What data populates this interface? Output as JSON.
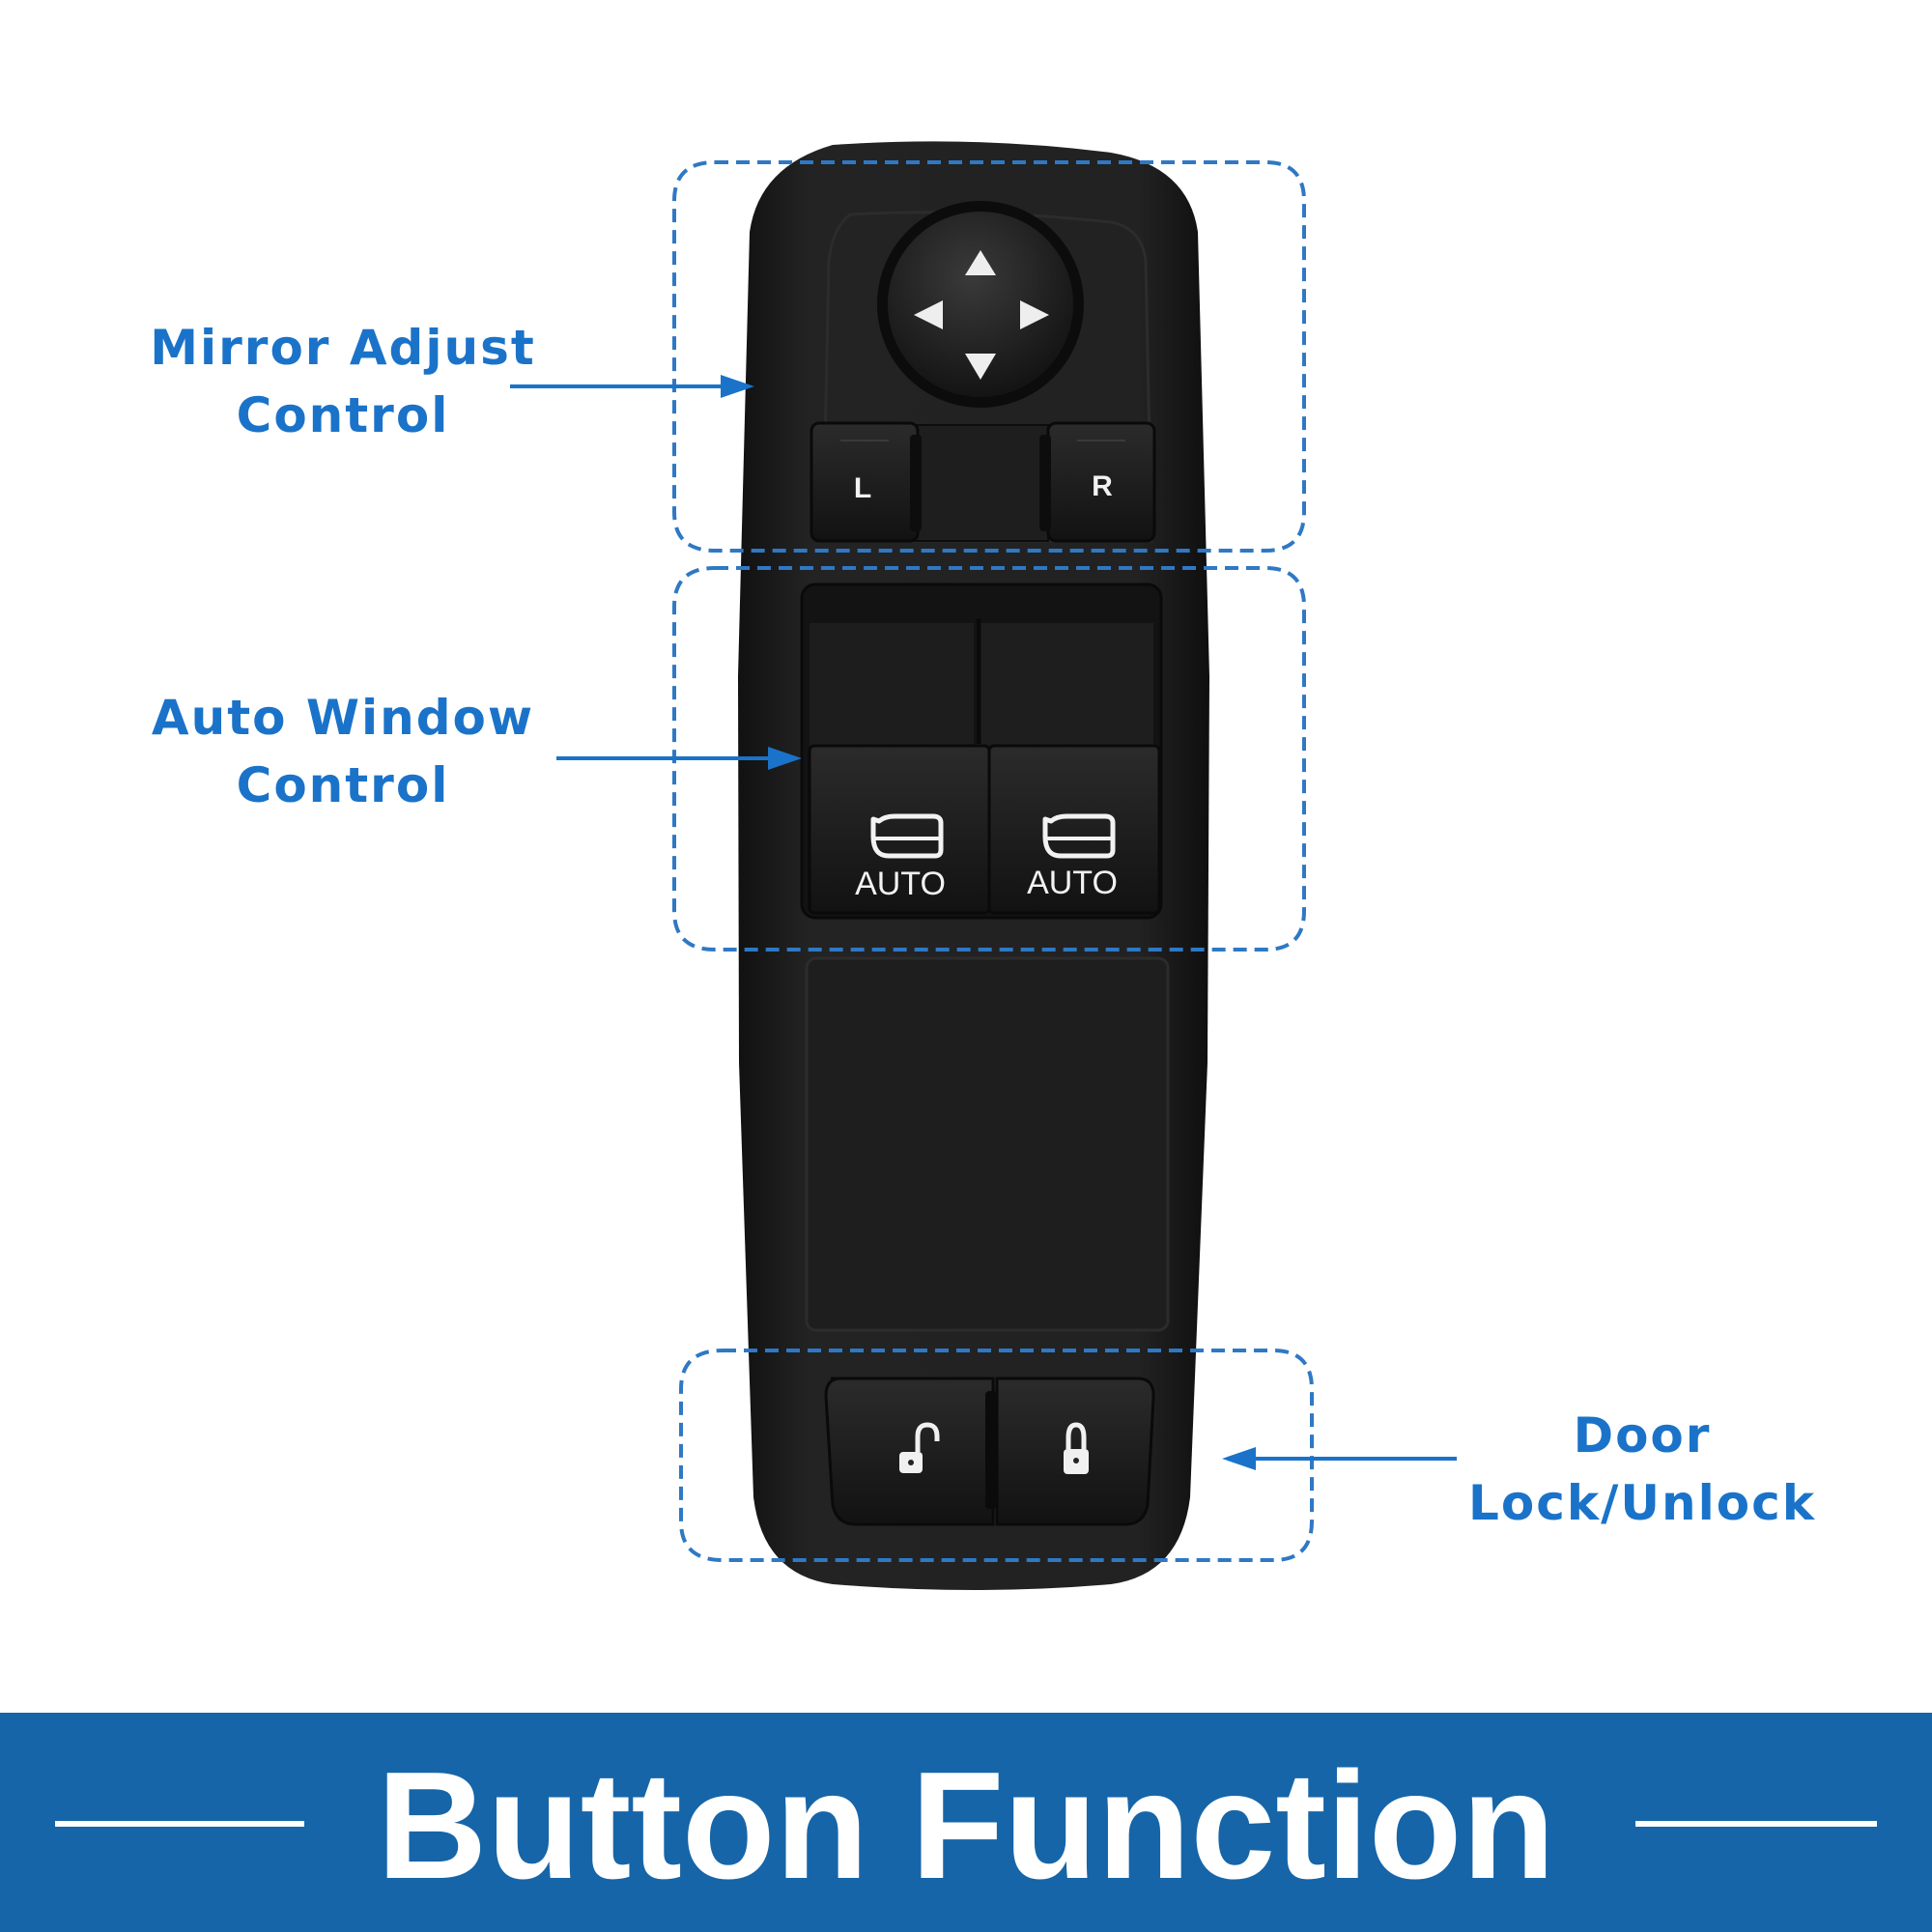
{
  "callouts": {
    "mirror": {
      "line1": "Mirror Adjust",
      "line2": "Control"
    },
    "window": {
      "line1": "Auto Window",
      "line2": "Control"
    },
    "lock": {
      "line1": "Door",
      "line2": "Lock/Unlock"
    }
  },
  "switch_panel": {
    "mirror_select_left": "L",
    "mirror_select_right": "R",
    "window_left_label": "AUTO",
    "window_right_label": "AUTO",
    "icons": [
      "mirror-joystick-icon",
      "arrow-up-icon",
      "arrow-down-icon",
      "arrow-left-icon",
      "arrow-right-icon",
      "car-door-window-icon",
      "unlock-padlock-icon",
      "lock-padlock-icon"
    ]
  },
  "banner": {
    "title": "Button Function"
  },
  "colors": {
    "accent_blue": "#1a73c9",
    "banner_blue": "#1665a8",
    "panel_black": "#1b1b1b",
    "background": "#ffffff"
  }
}
